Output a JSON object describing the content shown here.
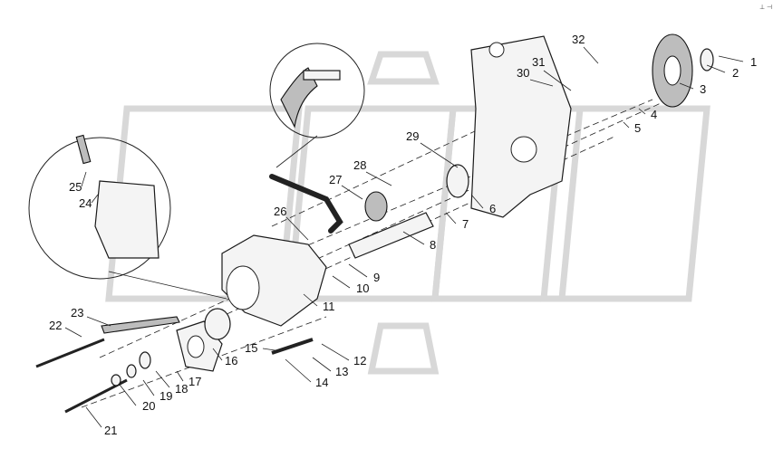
{
  "corner_mark": "⊥ ⊣",
  "callouts": [
    {
      "num": "1"
    },
    {
      "num": "2"
    },
    {
      "num": "3"
    },
    {
      "num": "4"
    },
    {
      "num": "5"
    },
    {
      "num": "6"
    },
    {
      "num": "7"
    },
    {
      "num": "8"
    },
    {
      "num": "9"
    },
    {
      "num": "10"
    },
    {
      "num": "11"
    },
    {
      "num": "12"
    },
    {
      "num": "13"
    },
    {
      "num": "14"
    },
    {
      "num": "15"
    },
    {
      "num": "16"
    },
    {
      "num": "17"
    },
    {
      "num": "18"
    },
    {
      "num": "19"
    },
    {
      "num": "20"
    },
    {
      "num": "21"
    },
    {
      "num": "22"
    },
    {
      "num": "23"
    },
    {
      "num": "24"
    },
    {
      "num": "25"
    },
    {
      "num": "26"
    },
    {
      "num": "27"
    },
    {
      "num": "28"
    },
    {
      "num": "29"
    },
    {
      "num": "30"
    },
    {
      "num": "31"
    },
    {
      "num": "32"
    }
  ],
  "colors": {
    "line": "#1a1a1a",
    "watermark": "#d8d8d8",
    "background": "#ffffff"
  }
}
